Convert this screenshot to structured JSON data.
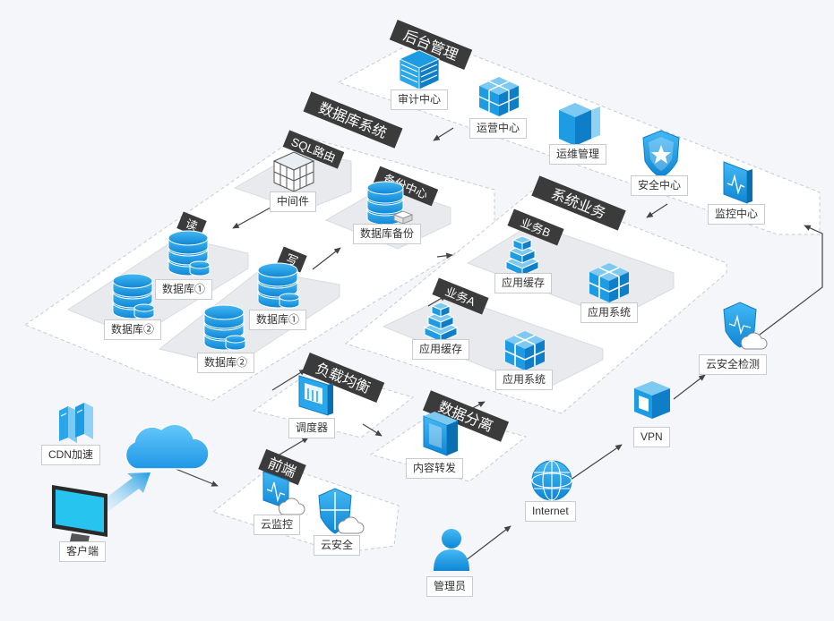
{
  "colors": {
    "accent": "#1e9ce3",
    "dark_tag": "#3b3b3b",
    "tag_text": "#ffffff",
    "zone_border": "#c7cbd1"
  },
  "zones": {
    "admin": {
      "title": "后台管理"
    },
    "database": {
      "title": "数据库系统"
    },
    "sql_router": {
      "title": "SQL路由"
    },
    "backup": {
      "title": "备份中心"
    },
    "read": {
      "title": "读"
    },
    "write": {
      "title": "写"
    },
    "system": {
      "title": "系统业务"
    },
    "biz_b": {
      "title": "业务B"
    },
    "biz_a": {
      "title": "业务A"
    },
    "load_balance": {
      "title": "负载均衡"
    },
    "data_split": {
      "title": "数据分离"
    },
    "frontend": {
      "title": "前端"
    }
  },
  "nodes": {
    "audit": {
      "label": "审计中心",
      "icon": "server-rack-icon"
    },
    "ops_center": {
      "label": "运营中心",
      "icon": "server-cube-icon"
    },
    "maintenance": {
      "label": "运维管理",
      "icon": "server-tower-icon"
    },
    "security_center": {
      "label": "安全中心",
      "icon": "shield-star-icon"
    },
    "monitor_center": {
      "label": "监控中心",
      "icon": "monitor-screen-icon"
    },
    "middleware": {
      "label": "中间件",
      "icon": "cabinet-icon"
    },
    "db_backup": {
      "label": "数据库备份",
      "icon": "database-backup-icon"
    },
    "read_db1": {
      "label": "数据库①",
      "icon": "database-icon"
    },
    "read_db2": {
      "label": "数据库②",
      "icon": "database-icon"
    },
    "write_db1": {
      "label": "数据库①",
      "icon": "database-icon"
    },
    "write_db2": {
      "label": "数据库②",
      "icon": "database-icon"
    },
    "cache_b": {
      "label": "应用缓存",
      "icon": "cache-stack-icon"
    },
    "app_b": {
      "label": "应用系统",
      "icon": "cube-cluster-icon"
    },
    "cache_a": {
      "label": "应用缓存",
      "icon": "cache-stack-icon"
    },
    "app_a": {
      "label": "应用系统",
      "icon": "cube-cluster-icon"
    },
    "scheduler": {
      "label": "调度器",
      "icon": "dispatcher-panel-icon"
    },
    "content_forward": {
      "label": "内容转发",
      "icon": "forwarding-server-icon"
    },
    "cloud_monitor": {
      "label": "云监控",
      "icon": "cloud-monitor-icon"
    },
    "cloud_security": {
      "label": "云安全",
      "icon": "cloud-shield-icon"
    },
    "cdn": {
      "label": "CDN加速",
      "icon": "cdn-server-icon"
    },
    "client": {
      "label": "客户端",
      "icon": "desktop-monitor-icon"
    },
    "internet": {
      "label": "Internet",
      "icon": "globe-icon"
    },
    "vpn": {
      "label": "VPN",
      "icon": "vpn-box-icon"
    },
    "cloud_security_check": {
      "label": "云安全检测",
      "icon": "cloud-shield-scan-icon"
    },
    "admin_user": {
      "label": "管理员",
      "icon": "user-icon"
    }
  },
  "cloud": {
    "icon": "cloud-icon"
  }
}
